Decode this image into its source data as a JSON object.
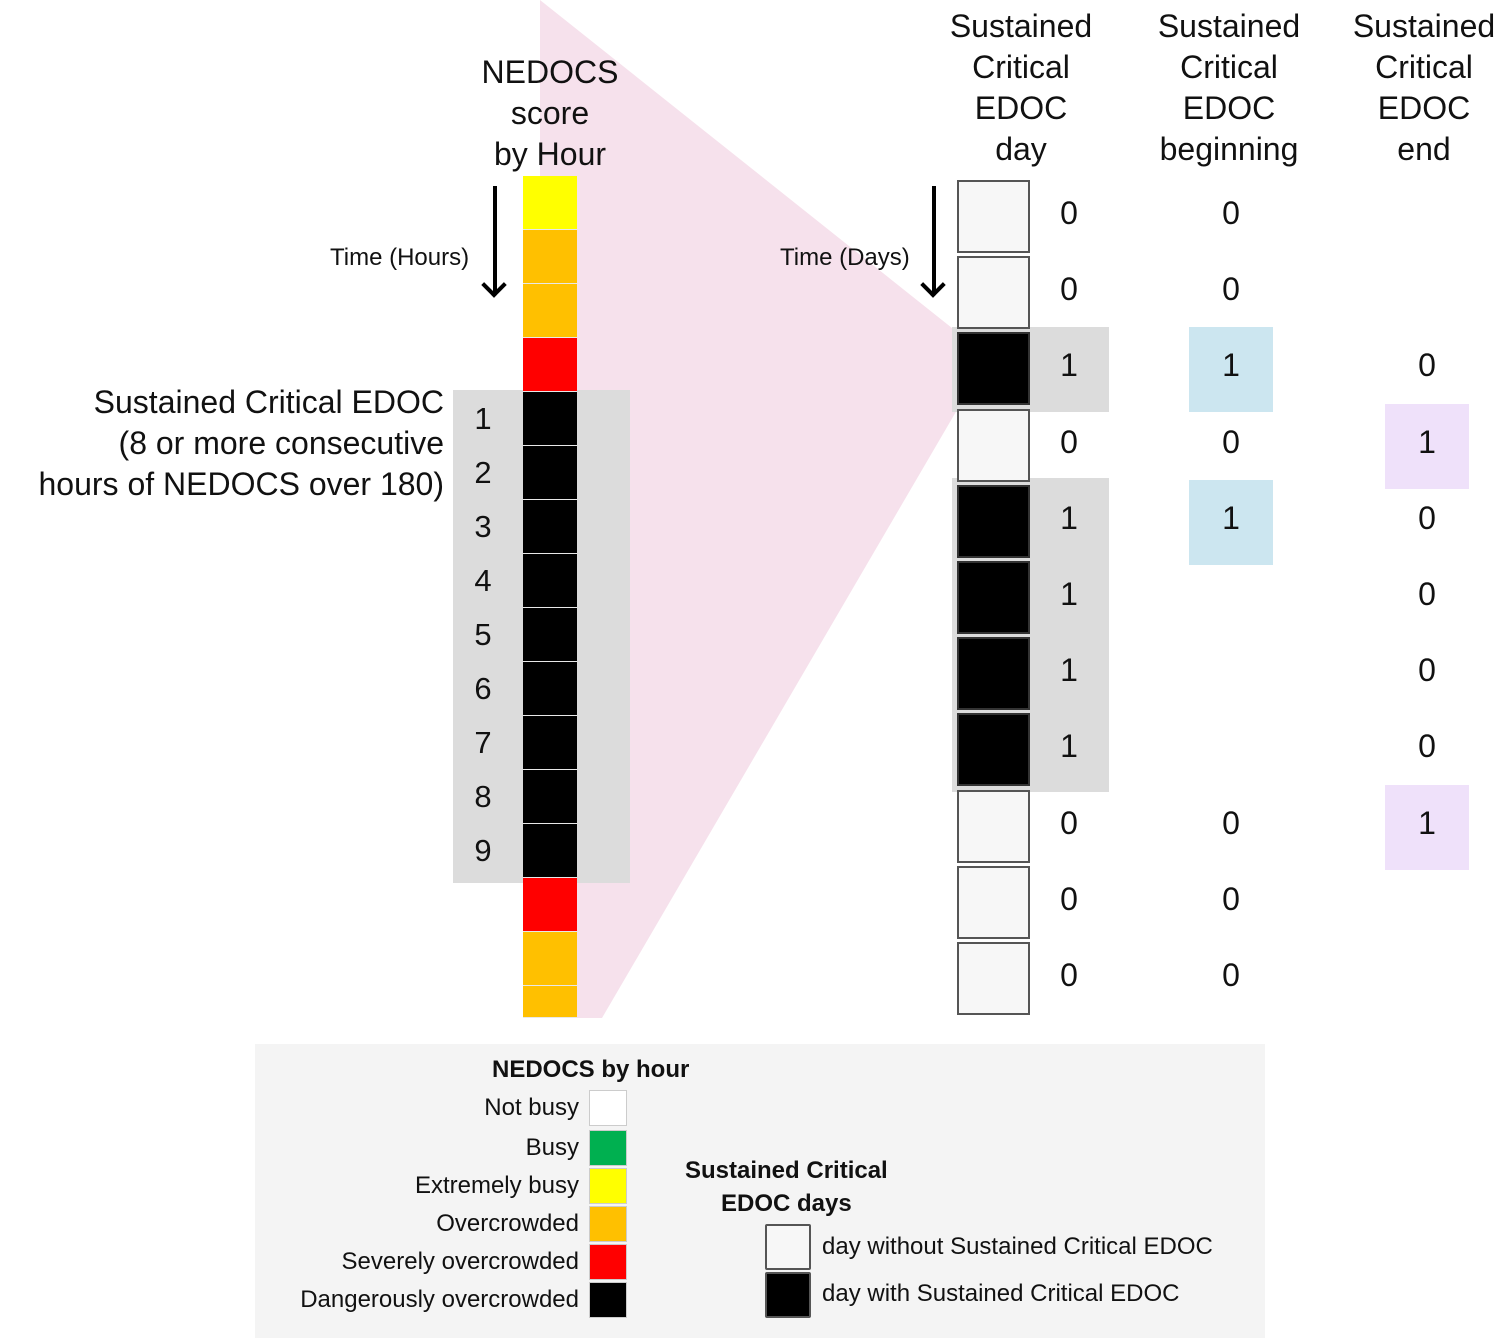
{
  "left_panel": {
    "title_lines": [
      "NEDOCS",
      "score",
      "by Hour"
    ],
    "time_label": "Time (Hours)",
    "sustained_label_lines": [
      "Sustained Critical EDOC",
      "(8 or more consecutive",
      "hours of NEDOCS over 180)"
    ],
    "hour_levels": [
      "Extremely busy",
      "Overcrowded",
      "Overcrowded",
      "Severely overcrowded",
      "Dangerously overcrowded",
      "Dangerously overcrowded",
      "Dangerously overcrowded",
      "Dangerously overcrowded",
      "Dangerously overcrowded",
      "Dangerously overcrowded",
      "Dangerously overcrowded",
      "Dangerously overcrowded",
      "Dangerously overcrowded",
      "Severely overcrowded",
      "Overcrowded",
      "Overcrowded"
    ],
    "sustained_hour_numbers": [
      "1",
      "2",
      "3",
      "4",
      "5",
      "6",
      "7",
      "8",
      "9"
    ]
  },
  "right_panel": {
    "time_label": "Time (Days)",
    "columns": [
      {
        "lines": [
          "Sustained",
          "Critical",
          "EDOC",
          "day"
        ]
      },
      {
        "lines": [
          "Sustained",
          "Critical",
          "EDOC",
          "beginning"
        ]
      },
      {
        "lines": [
          "Sustained",
          "Critical",
          "EDOC",
          "end"
        ]
      }
    ],
    "days": [
      {
        "critical": false,
        "day": "0",
        "beginning": "0",
        "end": ""
      },
      {
        "critical": false,
        "day": "0",
        "beginning": "0",
        "end": ""
      },
      {
        "critical": true,
        "day": "1",
        "beginning": "1",
        "end": "0"
      },
      {
        "critical": false,
        "day": "0",
        "beginning": "0",
        "end": "1"
      },
      {
        "critical": true,
        "day": "1",
        "beginning": "1",
        "end": "0"
      },
      {
        "critical": true,
        "day": "1",
        "beginning": "",
        "end": "0"
      },
      {
        "critical": true,
        "day": "1",
        "beginning": "",
        "end": "0"
      },
      {
        "critical": true,
        "day": "1",
        "beginning": "",
        "end": "0"
      },
      {
        "critical": false,
        "day": "0",
        "beginning": "0",
        "end": "1"
      },
      {
        "critical": false,
        "day": "0",
        "beginning": "0",
        "end": ""
      },
      {
        "critical": false,
        "day": "0",
        "beginning": "0",
        "end": ""
      }
    ]
  },
  "legend": {
    "nedocs_title": "NEDOCS by hour",
    "nedocs_items": [
      {
        "label": "Not busy",
        "color": "#ffffff"
      },
      {
        "label": "Busy",
        "color": "#00b050"
      },
      {
        "label": "Extremely busy",
        "color": "#ffff00"
      },
      {
        "label": "Overcrowded",
        "color": "#ffc000"
      },
      {
        "label": "Severely overcrowded",
        "color": "#ff0000"
      },
      {
        "label": "Dangerously overcrowded",
        "color": "#000000"
      }
    ],
    "days_title_lines": [
      "Sustained Critical",
      "EDOC days"
    ],
    "day_items": [
      {
        "label": "day without Sustained Critical EDOC",
        "color": "#f7f7f7"
      },
      {
        "label": "day with Sustained Critical EDOC",
        "color": "#000000"
      }
    ]
  },
  "colors": {
    "zoom_wedge": "#f6e1ec",
    "band_gray": "#dcdcdc",
    "beginning_highlight": "#cce6f0",
    "end_highlight": "#efe1fa"
  }
}
